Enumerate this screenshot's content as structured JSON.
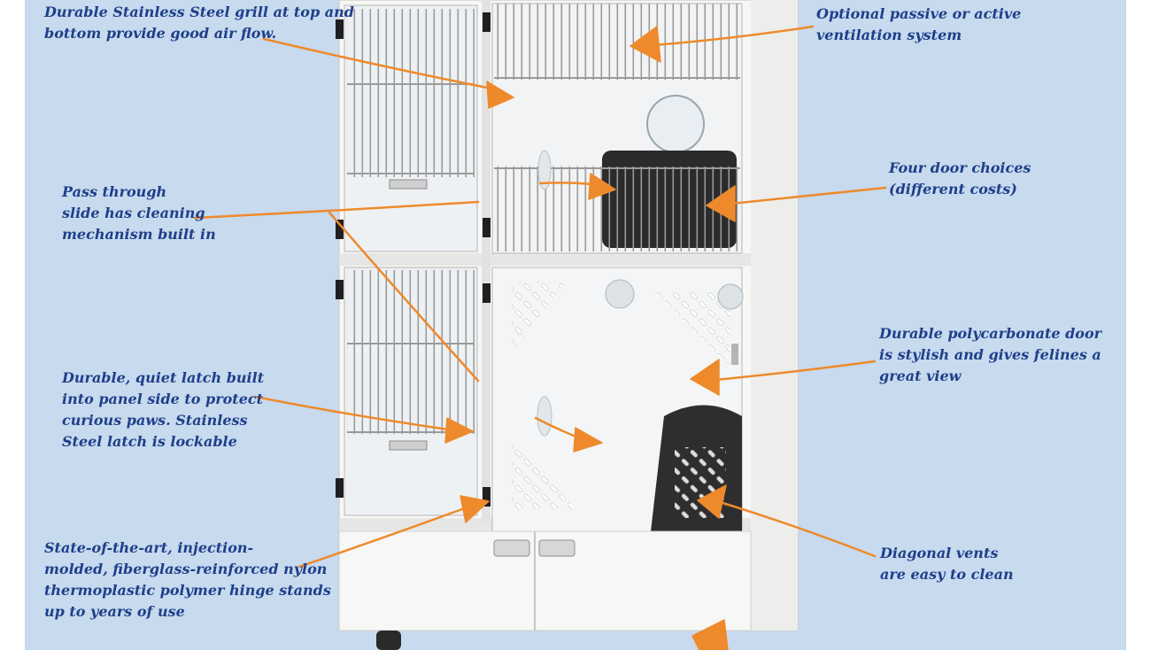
{
  "colors": {
    "background": "#c7daee",
    "text": "#1f3f8a",
    "arrow": "#ee8a2b",
    "cabinet": "#f7f7f6",
    "grill": "#9a9a9a"
  },
  "annotations": [
    {
      "id": "grill",
      "lines": [
        "Durable Stainless Steel grill at top and",
        "bottom provide good air flow."
      ]
    },
    {
      "id": "ventilation",
      "lines": [
        "Optional passive or active",
        "ventilation system"
      ]
    },
    {
      "id": "pass-through",
      "lines": [
        "Pass through",
        "slide has cleaning",
        "mechanism built in"
      ]
    },
    {
      "id": "door-choices",
      "lines": [
        "Four door choices",
        "(different costs)"
      ]
    },
    {
      "id": "polycarbonate",
      "lines": [
        "Durable polycarbonate door",
        "is stylish and gives felines a",
        "great view"
      ]
    },
    {
      "id": "latch",
      "lines": [
        "Durable, quiet latch built",
        "into panel side to protect",
        "curious paws. Stainless",
        "Steel latch is lockable"
      ]
    },
    {
      "id": "hinge",
      "lines": [
        "State-of-the-art, injection-",
        "molded, fiberglass-reinforced nylon",
        "thermoplastic polymer hinge stands",
        "up to years of use"
      ]
    },
    {
      "id": "diagonal-vents",
      "lines": [
        "Diagonal vents",
        "are easy to clean"
      ]
    }
  ]
}
